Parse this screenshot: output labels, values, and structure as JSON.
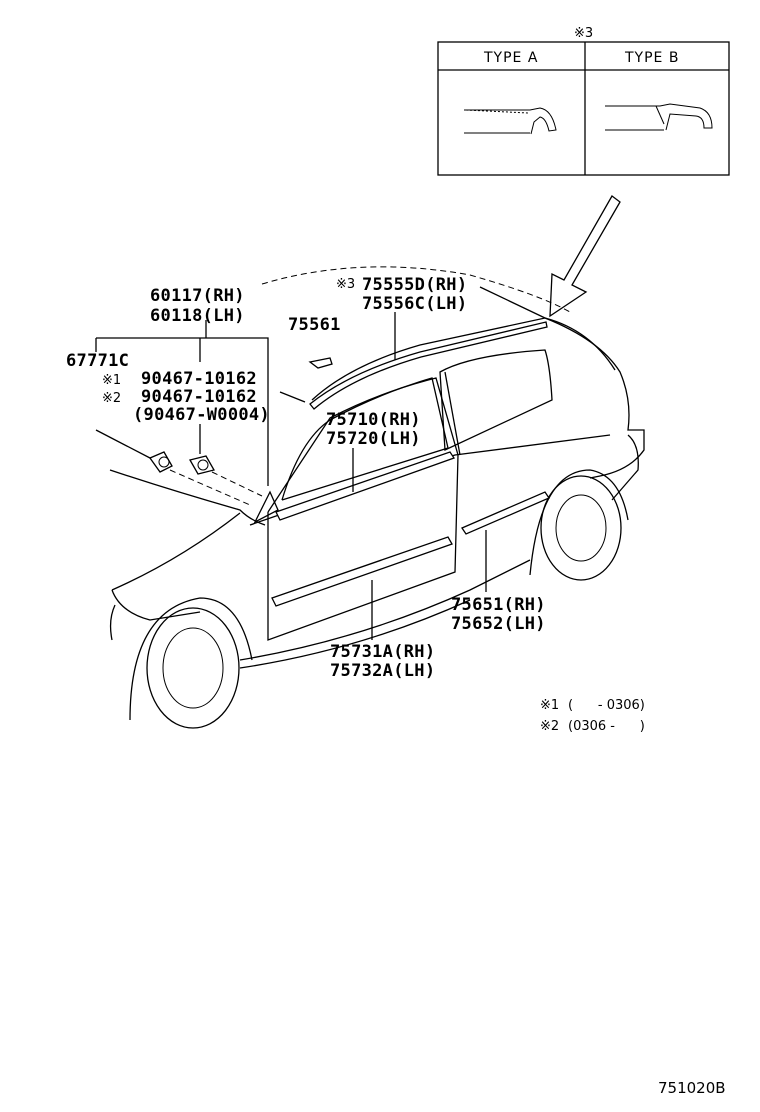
{
  "inset": {
    "note_mark": "※3",
    "type_a": "TYPE A",
    "type_b": "TYPE B"
  },
  "callouts": {
    "p60117": "60117(RH)",
    "p60118": "60118(LH)",
    "p67771": "67771C",
    "mark1": "※1",
    "p90467_1": "90467-10162",
    "mark2": "※2",
    "p90467_2": "90467-10162",
    "p90467_w": "(90467-W0004)",
    "mark3": "※3",
    "p75555": "75555D(RH)",
    "p75556": "75556C(LH)",
    "p75561": "75561",
    "p75710": "75710(RH)",
    "p75720": "75720(LH)",
    "p75651": "75651(RH)",
    "p75652": "75652(LH)",
    "p75731": "75731A(RH)",
    "p75732": "75732A(LH)"
  },
  "notes": {
    "n1_mark": "※1",
    "n1_range": "(      - 0306)",
    "n2_mark": "※2",
    "n2_range": "(0306 -      )"
  },
  "figure_id": "751020B"
}
